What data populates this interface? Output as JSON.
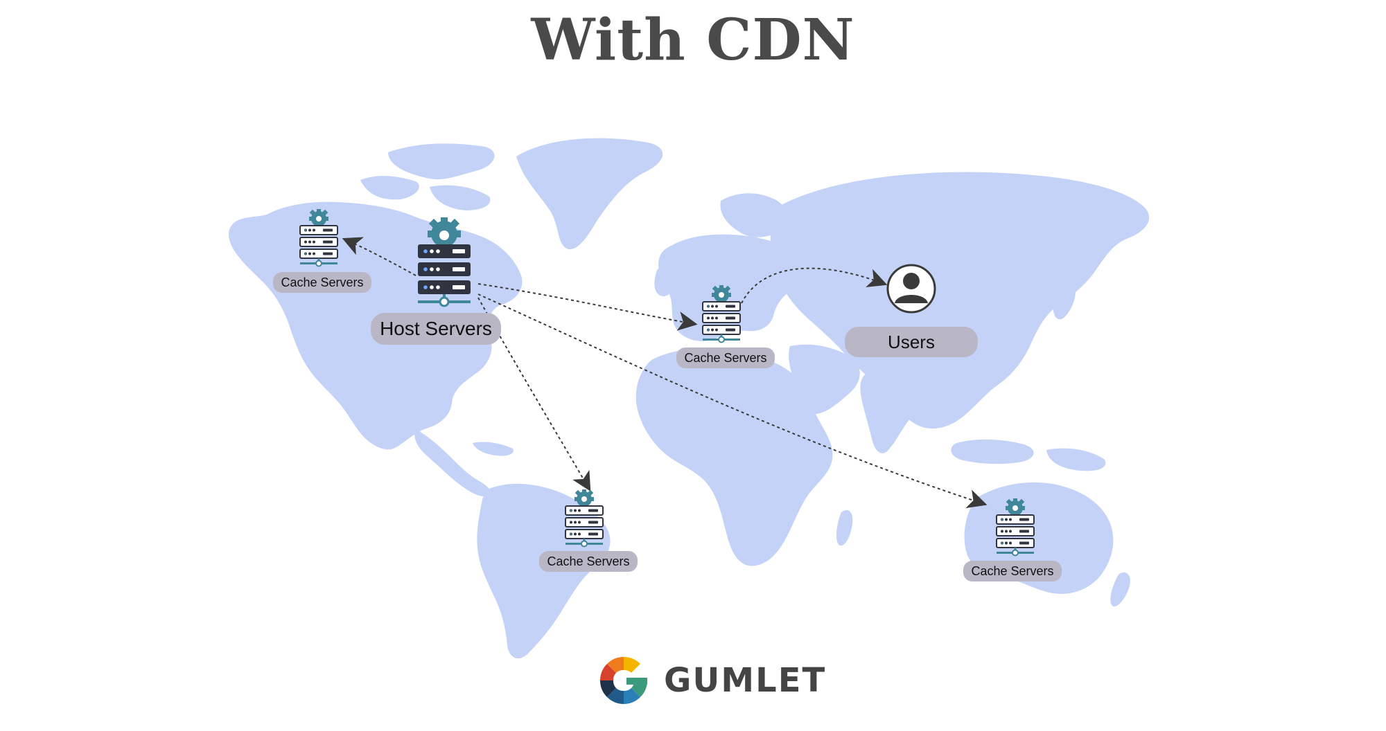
{
  "title": "With CDN",
  "labels": {
    "host": "Host Servers",
    "users": "Users",
    "cache_north_america": "Cache Servers",
    "cache_europe": "Cache Servers",
    "cache_south_america": "Cache Servers",
    "cache_australia": "Cache Servers"
  },
  "brand": "GUMLET",
  "colors": {
    "map": "#c3d2f6",
    "label_bg": "#b9b6c6",
    "server_dark": "#2f3440",
    "gear": "#3f8799",
    "arrow": "#3a3a3a",
    "title": "#4a4a4a"
  }
}
